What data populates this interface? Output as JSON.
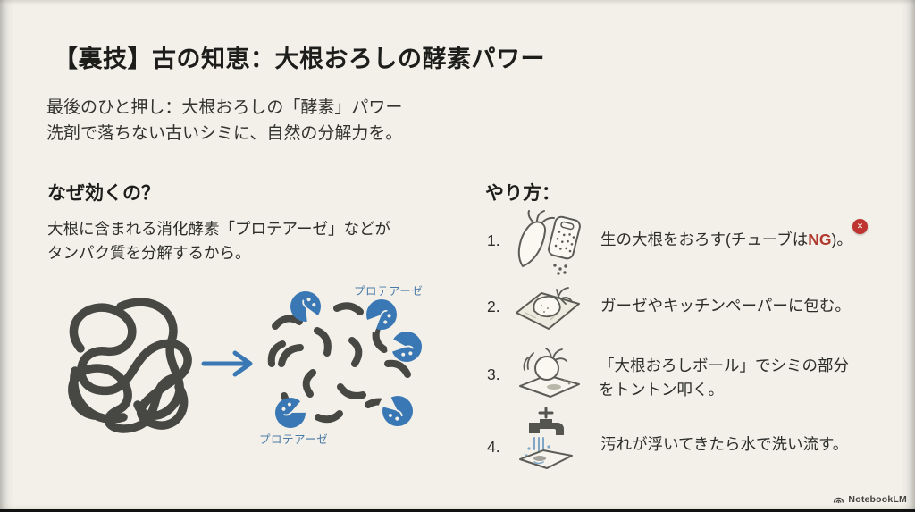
{
  "slide": {
    "title": "【裏技】古の知恵：大根おろしの酵素パワー",
    "subtitle": {
      "line1": "最後のひと押し：大根おろしの「酵素」パワー",
      "line2": "洗剤で落ちない古いシミに、自然の分解力を。"
    },
    "why": {
      "heading": "なぜ効くの？",
      "line1": "大根に含まれる消化酵素「プロテアーゼ」などが",
      "line2": "タンパク質を分解するから。"
    },
    "diagram": {
      "label_top": "プロテアーゼ",
      "label_bottom": "プロテアーゼ",
      "icons": [
        "protein-tangle-illustration",
        "arrow-right-icon",
        "protein-fragments",
        "enzyme-blob-icon"
      ]
    },
    "how": {
      "heading": "やり方：",
      "badge_glyph": "✕",
      "steps": [
        {
          "num": "1.",
          "icon": "daikon-grater-icon",
          "pre": "生の大根をおろす(チューブは",
          "ng": "NG",
          "post": ")。"
        },
        {
          "num": "2.",
          "icon": "gauze-bundle-icon",
          "text": "ガーゼやキッチンペーパーに包む。"
        },
        {
          "num": "3.",
          "icon": "tapping-ball-icon",
          "line1": "「大根おろしボール」でシミの部分",
          "line2": "をトントン叩く。"
        },
        {
          "num": "4.",
          "icon": "faucet-rinse-icon",
          "text": "汚れが浮いてきたら水で洗い流す。"
        }
      ]
    },
    "watermark": "NotebookLM",
    "colors": {
      "background": "#f2f0e8",
      "ink": "#1d1d1b",
      "protein_gray": "#474744",
      "enzyme_blue": "#3a78b5",
      "enzyme_label_blue": "#4d7ba8",
      "ng_red": "#b2392e",
      "badge_red": "#bf3430"
    }
  }
}
